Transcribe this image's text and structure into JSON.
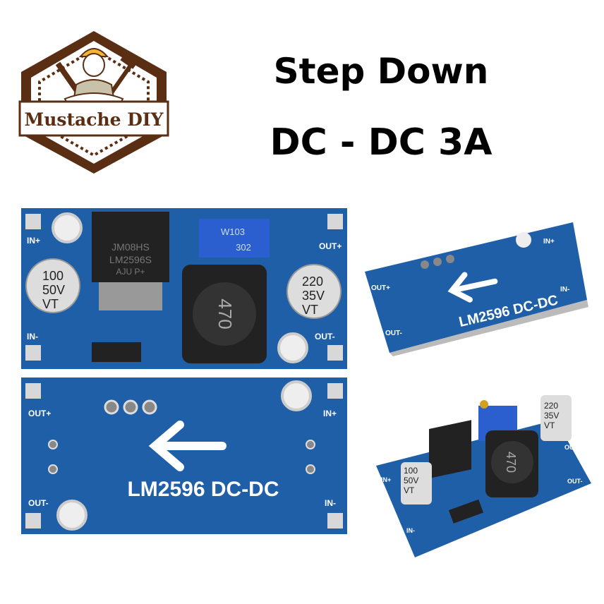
{
  "logo": {
    "text": "Mustache DIY",
    "colors": {
      "brown": "#5a2e12",
      "helmet": "#f2b632"
    }
  },
  "title": {
    "line1": "Step Down",
    "line2": "DC - DC 3A"
  },
  "board_front": {
    "in_plus": "IN+",
    "in_minus": "IN-",
    "out_plus": "OUT+",
    "out_minus": "OUT-",
    "cap_in": [
      "100",
      "50V",
      "VT"
    ],
    "cap_out": [
      "220",
      "35V",
      "VT"
    ],
    "chip": [
      "JM08HS",
      "LM2596S",
      "AJU   P+"
    ],
    "inductor": "470",
    "pot": [
      "W103",
      "302"
    ]
  },
  "board_back": {
    "out_plus": "OUT+",
    "out_minus": "OUT-",
    "in_plus": "IN+",
    "in_minus": "IN-",
    "label": "LM2596 DC-DC"
  },
  "board_back_angled": {
    "out_plus": "OUT+",
    "out_minus": "OUT-",
    "in_plus": "IN+",
    "in_minus": "IN-",
    "label": "LM2596 DC-DC"
  },
  "board_angled": {
    "in_plus": "IN+",
    "in_minus": "IN-",
    "out_plus": "OUT+",
    "out_minus": "OUT-",
    "cap_in": [
      "100",
      "50V",
      "VT"
    ],
    "cap_out": [
      "220",
      "35V",
      "VT"
    ],
    "inductor": "470"
  },
  "colors": {
    "pcb": "#1f5fa8",
    "pcb_dark": "#174a86",
    "pad": "#d8d8d8"
  }
}
